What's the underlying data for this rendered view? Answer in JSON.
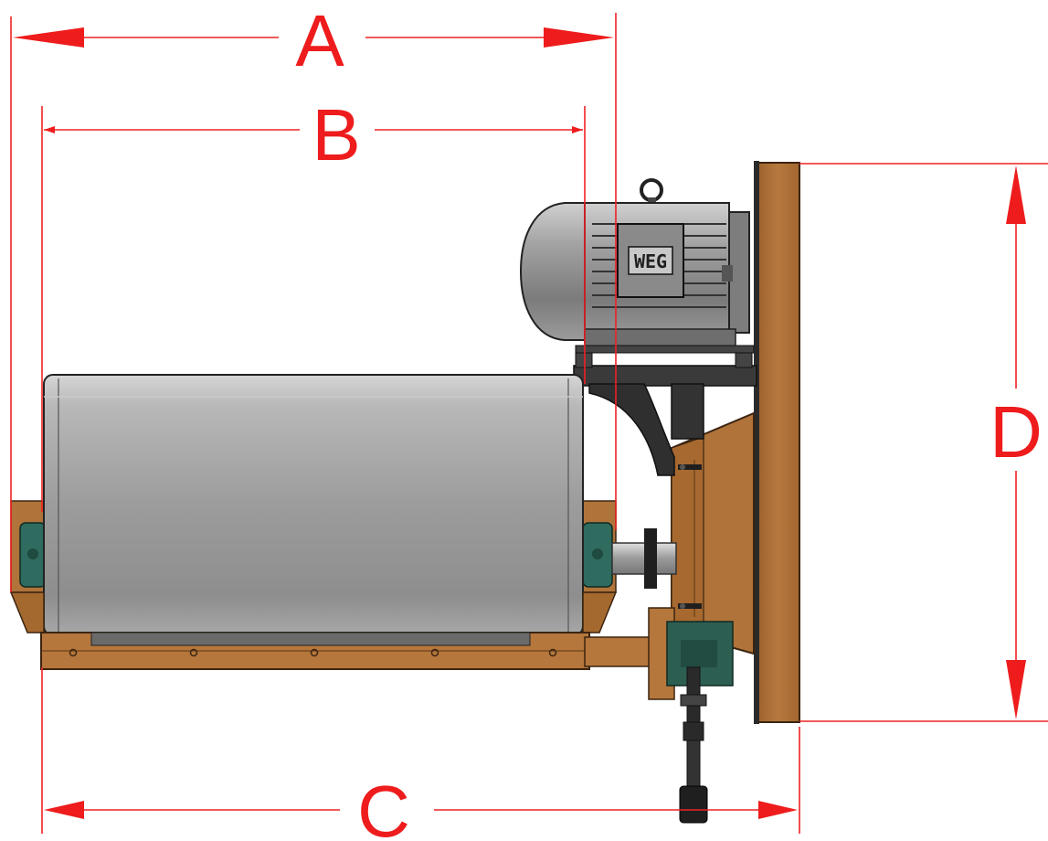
{
  "diagram": {
    "dimensions": {
      "a": "A",
      "b": "B",
      "c": "C",
      "d": "D"
    },
    "motor_nameplate": "WEG",
    "colors": {
      "dimension": "#ee1c1c",
      "frame_wood": "#b5773c",
      "drum_gray": "#9a9a9a",
      "motor_gray": "#8c8c8c",
      "bearing_teal": "#2f6b5e",
      "bracket_dark": "#3a3a3a"
    }
  }
}
